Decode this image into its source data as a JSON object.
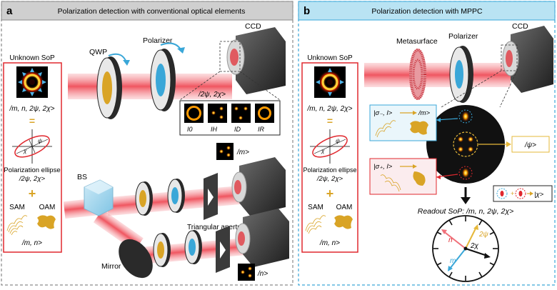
{
  "panel_a": {
    "letter": "a",
    "header": "Polarization detection with conventional optical elements",
    "sop_box": {
      "title": "Unknown SoP",
      "state": "/m, n, 2ψ, 2χ>",
      "equals": "=",
      "ellipse_label": "Polarization ellipse",
      "ellipse_state": "/2ψ, 2χ>",
      "plus": "+",
      "sam": "SAM",
      "oam": "OAM",
      "sam_oam_state": "/m, n>",
      "psi_symbol": "ψ",
      "chi_symbol": "χ"
    },
    "labels": {
      "qwp": "QWP",
      "polarizer": "Polarizer",
      "ccd": "CCD",
      "bs": "BS",
      "mirror": "Mirror",
      "aperture": "Triangular aperture",
      "inset_state": "/2ψ, 2χ>",
      "m_state": "/m>",
      "n_state": "/n>"
    },
    "intensities": [
      "I0",
      "IH",
      "ID",
      "IR"
    ]
  },
  "panel_b": {
    "letter": "b",
    "header": "Polarization detection with MPPC",
    "sop_box": {
      "title": "Unknown SoP",
      "state": "/m, n, 2ψ, 2χ>",
      "equals": "=",
      "ellipse_label": "Polarization ellipse",
      "ellipse_state": "/2ψ, 2χ>",
      "plus": "+",
      "sam": "SAM",
      "oam": "OAM",
      "sam_oam_state": "/m, n>",
      "psi_symbol": "ψ",
      "chi_symbol": "χ"
    },
    "labels": {
      "metasurface": "Metasurface",
      "polarizer": "Polarizer",
      "ccd": "CCD",
      "sigma_minus": "|σ₋, l>",
      "sigma_plus": "|σ₊, l>",
      "m_state": "/m>",
      "psi_state": "/ψ>",
      "chi_state": "|χ>",
      "readout": "Readout SoP: /m, n, 2ψ, 2χ>",
      "clock_n": "n",
      "clock_m": "m",
      "clock_2psi": "2ψ",
      "clock_2chi": "2χ"
    }
  },
  "colors": {
    "panel_a_header": "#cfcfcf",
    "panel_b_header": "#b9e3f3",
    "sop_border": "#e0282e",
    "beam": "#f25a64",
    "gold": "#d9a426",
    "blue_arrow": "#3aa7d8",
    "ccd_body": "#3a3a3a"
  }
}
